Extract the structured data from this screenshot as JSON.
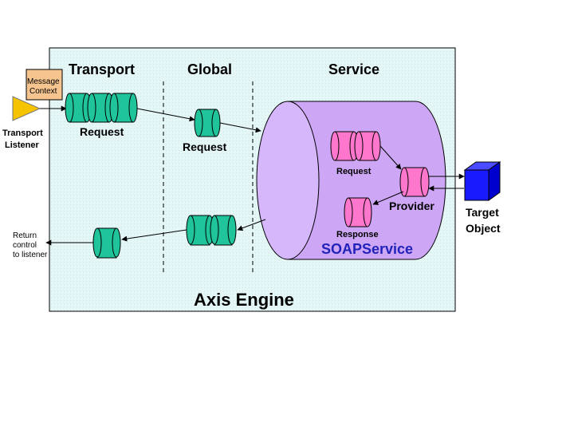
{
  "diagram": {
    "title": "Axis Engine",
    "columns": {
      "transport": "Transport",
      "global": "Global",
      "service": "Service"
    },
    "message_context": [
      "Message",
      "Context"
    ],
    "transport_listener": [
      "Transport",
      "Listener"
    ],
    "transport_request": "Request",
    "global_request": "Request",
    "service_request": "Request",
    "service_response": "Response",
    "provider": "Provider",
    "soap_service": "SOAPService",
    "target_object": [
      "Target",
      "Object"
    ],
    "return_to_listener": [
      "Return",
      "control",
      "to listener"
    ],
    "colors": {
      "panel": "#dff3f3",
      "handler": "#1fc49b",
      "service_cylinder": "#cda7f5",
      "service_handler": "#ff77cc",
      "target_cube": "#1a1aff",
      "message_context": "#f5c48f",
      "listener": "#f5c300",
      "soap_text": "#2222bb"
    }
  }
}
